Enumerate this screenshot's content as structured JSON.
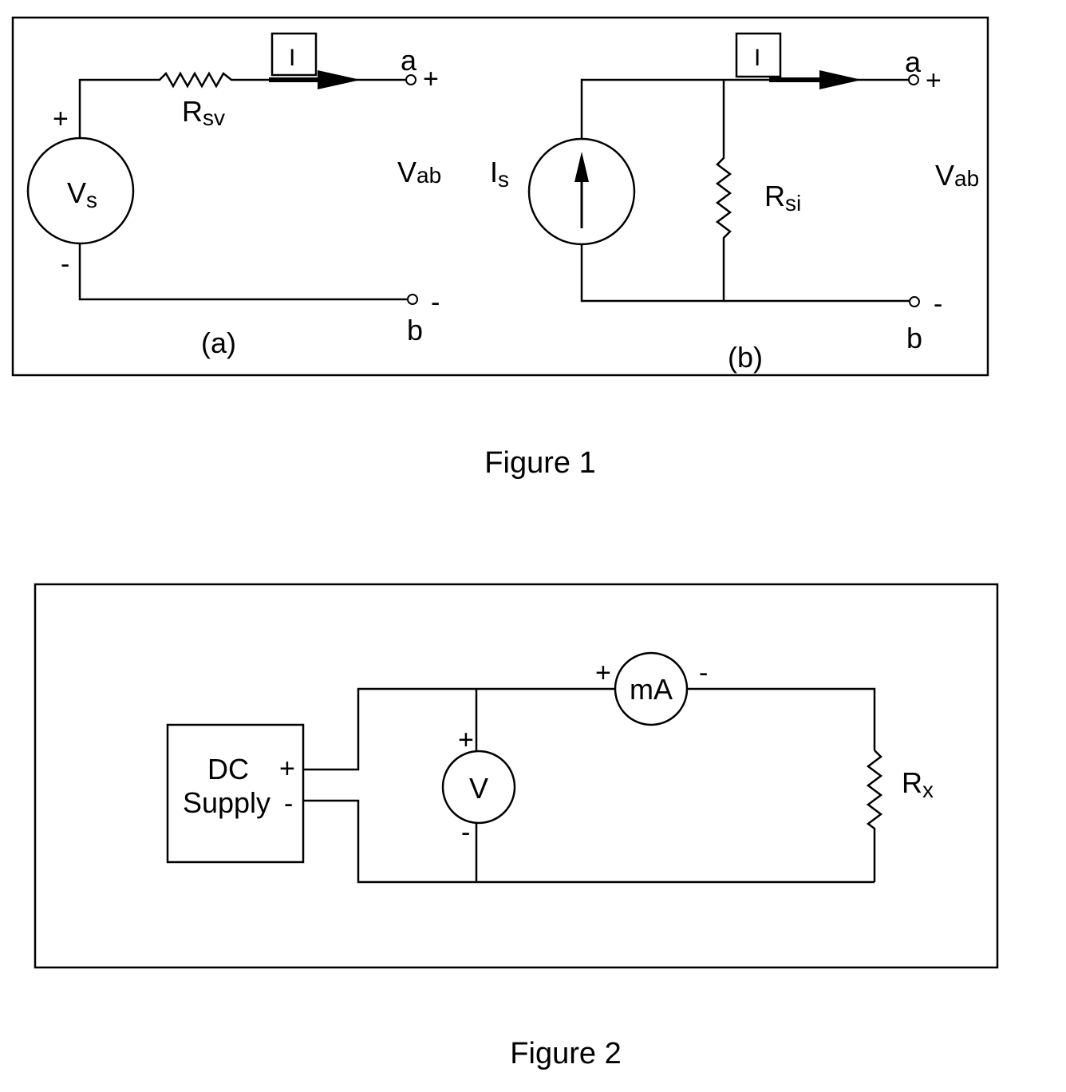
{
  "figure1": {
    "caption": "Figure 1",
    "a": {
      "panel_label": "(a)",
      "source_main": "V",
      "source_sub": "s",
      "source_plus": "+",
      "source_minus": "-",
      "resistor_main": "R",
      "resistor_sub": "sv",
      "current_label": "I",
      "terminal_a": "a",
      "terminal_a_sign": "+",
      "terminal_b": "b",
      "terminal_b_sign": "-",
      "vab_main": "V",
      "vab_sub": "ab"
    },
    "b": {
      "panel_label": "(b)",
      "source_main": "I",
      "source_sub": "s",
      "resistor_main": "R",
      "resistor_sub": "si",
      "current_label": "I",
      "terminal_a": "a",
      "terminal_a_sign": "+",
      "terminal_b": "b",
      "terminal_b_sign": "-",
      "vab_main": "V",
      "vab_sub": "ab"
    }
  },
  "figure2": {
    "caption": "Figure 2",
    "supply_line1": "DC",
    "supply_line2": "Supply",
    "supply_plus": "+",
    "supply_minus": "-",
    "voltmeter_label": "V",
    "voltmeter_plus": "+",
    "voltmeter_minus": "-",
    "ammeter_label": "mA",
    "ammeter_plus": "+",
    "ammeter_minus": "-",
    "resistor_main": "R",
    "resistor_sub": "x"
  }
}
